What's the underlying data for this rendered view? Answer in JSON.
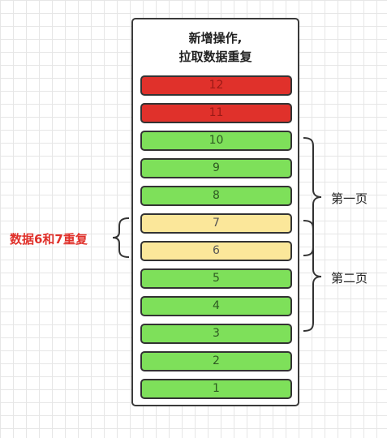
{
  "title_lines": [
    "新增操作,",
    "拉取数据重复"
  ],
  "bars": [
    {
      "label": "12",
      "color": "red"
    },
    {
      "label": "11",
      "color": "red"
    },
    {
      "label": "10",
      "color": "green"
    },
    {
      "label": "9",
      "color": "green"
    },
    {
      "label": "8",
      "color": "green"
    },
    {
      "label": "7",
      "color": "yellow"
    },
    {
      "label": "6",
      "color": "yellow"
    },
    {
      "label": "5",
      "color": "green"
    },
    {
      "label": "4",
      "color": "green"
    },
    {
      "label": "3",
      "color": "green"
    },
    {
      "label": "2",
      "color": "green"
    },
    {
      "label": "1",
      "color": "green"
    }
  ],
  "annotations": {
    "page_one": "第一页",
    "page_two": "第二页",
    "duplicate_note": "数据6和7重复"
  },
  "colors": {
    "red": "#e0312b",
    "green": "#7ee05a",
    "yellow": "#fbe79a",
    "note_red": "#e0312b"
  }
}
